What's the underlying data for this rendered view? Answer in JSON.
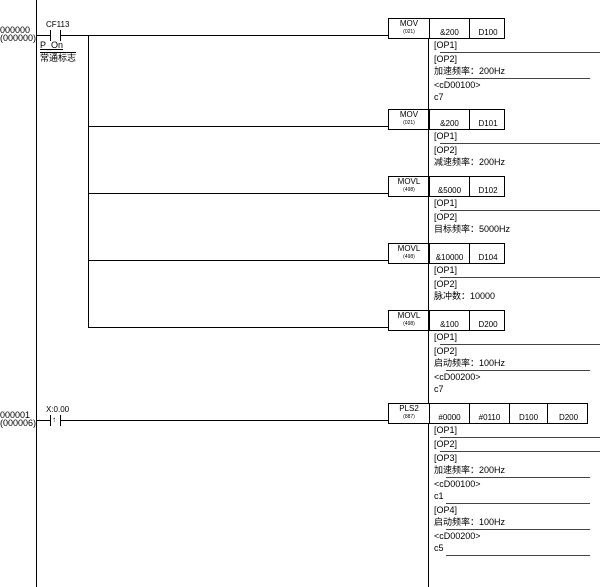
{
  "rungs": [
    {
      "address": "000000",
      "step": "(000000)",
      "contact": {
        "operand": "CF113",
        "symbol": "P_On",
        "comment": "常通标志",
        "type": "no"
      }
    },
    {
      "address": "000001",
      "step": "(000006)",
      "contact": {
        "operand": "X:0.00",
        "type": "rising"
      }
    }
  ],
  "blocks": [
    {
      "mnemonic": "MOV",
      "code": "(021)",
      "operands": [
        "&200",
        "D100"
      ],
      "segments": [
        [
          "[OP1]"
        ],
        [
          "[OP2]",
          "加速频率：200Hz"
        ],
        [
          "<cD00100>",
          "c7"
        ]
      ]
    },
    {
      "mnemonic": "MOV",
      "code": "(021)",
      "operands": [
        "&200",
        "D101"
      ],
      "segments": [
        [
          "[OP1]"
        ],
        [
          "[OP2]",
          "减速频率：200Hz"
        ]
      ]
    },
    {
      "mnemonic": "MOVL",
      "code": "(498)",
      "operands": [
        "&5000",
        "D102"
      ],
      "segments": [
        [
          "[OP1]"
        ],
        [
          "[OP2]",
          "目标频率：5000Hz"
        ]
      ]
    },
    {
      "mnemonic": "MOVL",
      "code": "(498)",
      "operands": [
        "&10000",
        "D104"
      ],
      "segments": [
        [
          "[OP1]"
        ],
        [
          "[OP2]",
          "脉冲数：10000"
        ]
      ]
    },
    {
      "mnemonic": "MOVL",
      "code": "(498)",
      "operands": [
        "&100",
        "D200"
      ],
      "segments": [
        [
          "[OP1]"
        ],
        [
          "[OP2]",
          "启动频率：100Hz"
        ],
        [
          "<cD00200>",
          "c7"
        ]
      ]
    },
    {
      "mnemonic": "PLS2",
      "code": "(887)",
      "operands": [
        "#0000",
        "#0110",
        "D100",
        "D200"
      ],
      "segments": [
        [
          "[OP1]"
        ],
        [
          "[OP2]"
        ],
        [
          "[OP3]",
          "加速频率：200Hz"
        ],
        [
          "<cD00100>",
          "c1"
        ],
        [
          "[OP4]",
          "启动频率：100Hz"
        ],
        [
          "<cD00200>",
          "c5"
        ]
      ]
    }
  ]
}
